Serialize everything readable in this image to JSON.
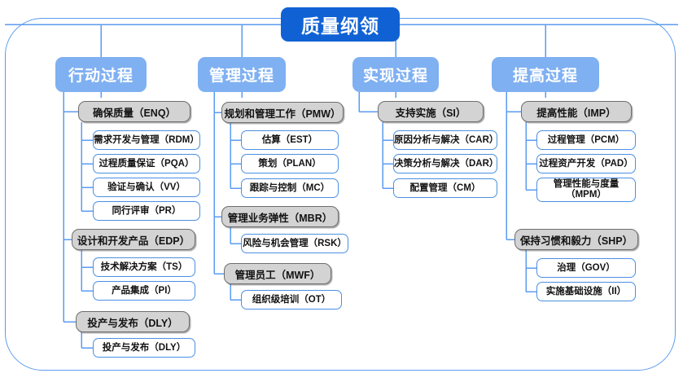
{
  "diagram": {
    "title": "质量纲领",
    "columns": [
      {
        "header": "行动过程",
        "groups": [
          {
            "label": "确保质量（ENQ）",
            "items": [
              "需求开发与管理（RDM）",
              "过程质量保证（PQA）",
              "验证与确认（VV）",
              "同行评审（PR）"
            ]
          },
          {
            "label": "设计和开发产品（EDP）",
            "items": [
              "技术解决方案（TS）",
              "产品集成（PI）"
            ]
          },
          {
            "label": "投产与发布（DLY）",
            "items": [
              "投产与发布（DLY）"
            ]
          }
        ]
      },
      {
        "header": "管理过程",
        "groups": [
          {
            "label": "规划和管理工作（PMW）",
            "items": [
              "估算（EST）",
              "策划（PLAN）",
              "跟踪与控制（MC）"
            ]
          },
          {
            "label": "管理业务弹性（MBR）",
            "items": [
              "风险与机会管理（RSK）"
            ]
          },
          {
            "label": "管理员工（MWF）",
            "items": [
              "组织级培训（OT）"
            ]
          }
        ]
      },
      {
        "header": "实现过程",
        "groups": [
          {
            "label": "支持实施（SI）",
            "items": [
              "原因分析与解决（CAR）",
              "决策分析与解决（DAR）",
              "配置管理（CM）"
            ]
          }
        ]
      },
      {
        "header": "提高过程",
        "groups": [
          {
            "label": "提高性能（IMP）",
            "items": [
              "过程管理（PCM）",
              "过程资产开发（PAD）",
              "管理性能与度量\n（MPM）"
            ]
          },
          {
            "label": "保持习惯和毅力（SHP）",
            "items": [
              "治理（GOV）",
              "实施基础设施（II）"
            ]
          }
        ]
      }
    ],
    "colors": {
      "title_bg": "#1062d4",
      "header_bg": "#7fb0f2",
      "group_bg": "#d3d3d3",
      "group_border": "#6e6e6e",
      "leaf_border": "#4a90e2",
      "wire": "#5b9bf0",
      "frame": "#5b9bf0"
    }
  }
}
